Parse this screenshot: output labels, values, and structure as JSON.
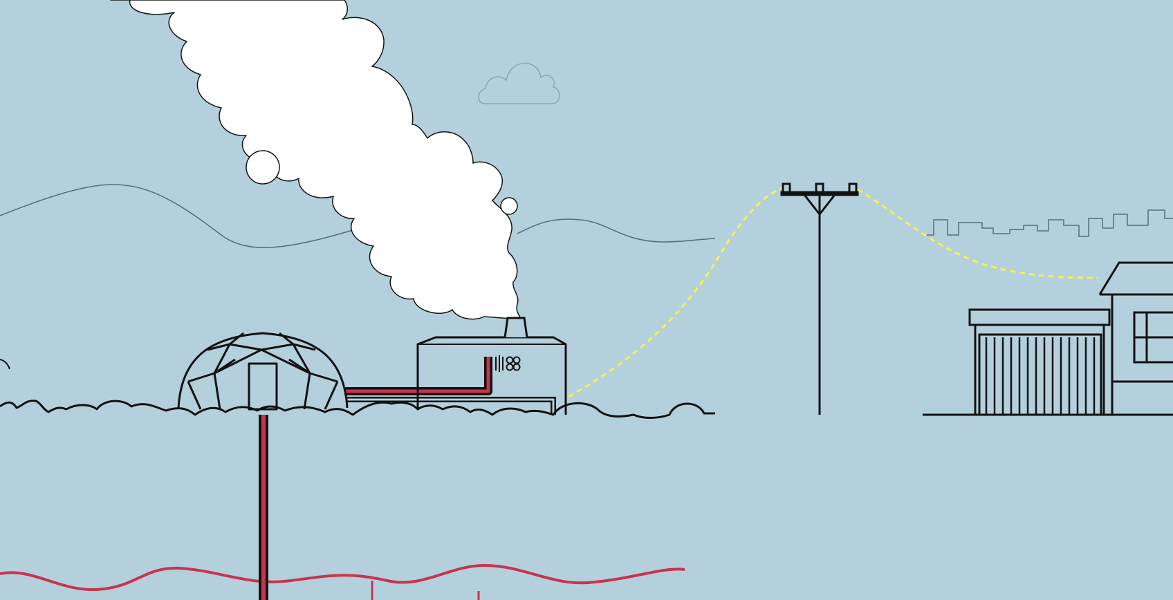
{
  "scene": {
    "colors": {
      "sky": "#b4d0dc",
      "outline": "#111111",
      "hills": "#5a6e78",
      "skyline": "#6d8591",
      "steam": "#ffffff",
      "hot_pipe": "#c8334f",
      "power_line": "#f3f14a",
      "magma_line": "#c8334f",
      "small_cloud": "#8fa7b2"
    },
    "elements": [
      "steam-plume",
      "small-cloud",
      "hills",
      "geodesic-dome",
      "power-plant",
      "chimney",
      "turbine-icon",
      "hot-pipe",
      "ground",
      "wellbore",
      "magma-line",
      "utility-pole",
      "power-lines",
      "city-skyline",
      "warehouse",
      "house"
    ]
  }
}
